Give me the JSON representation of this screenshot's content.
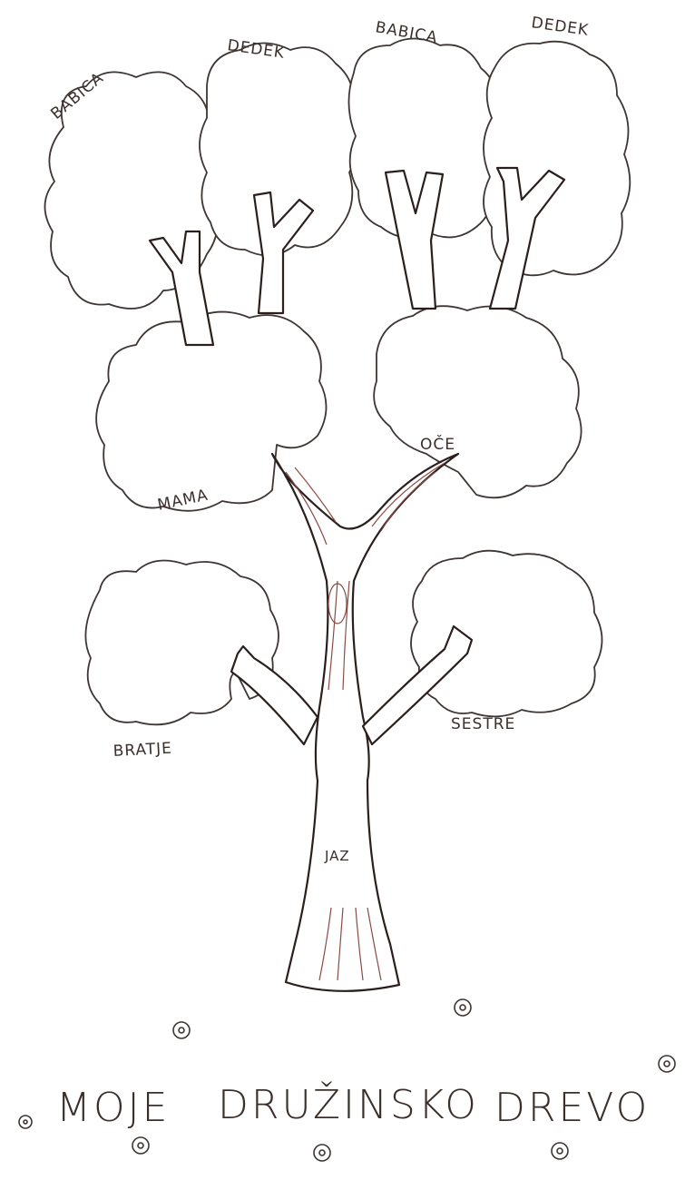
{
  "labels": {
    "babica_left": "BABICA",
    "dedek_left": "DEDEK",
    "babica_right": "BABICA",
    "dedek_right": "DEDEK",
    "mama": "MAMA",
    "oce": "OČE",
    "bratje": "BRATJE",
    "sestre": "SESTRE",
    "jaz": "JAZ"
  },
  "title": {
    "word1": "MOJE",
    "word2": "DRUŽINSKO",
    "word3": "DREVO"
  },
  "colors": {
    "outline": "#3d3633",
    "bark": "#8a4a42",
    "background": "#ffffff"
  }
}
